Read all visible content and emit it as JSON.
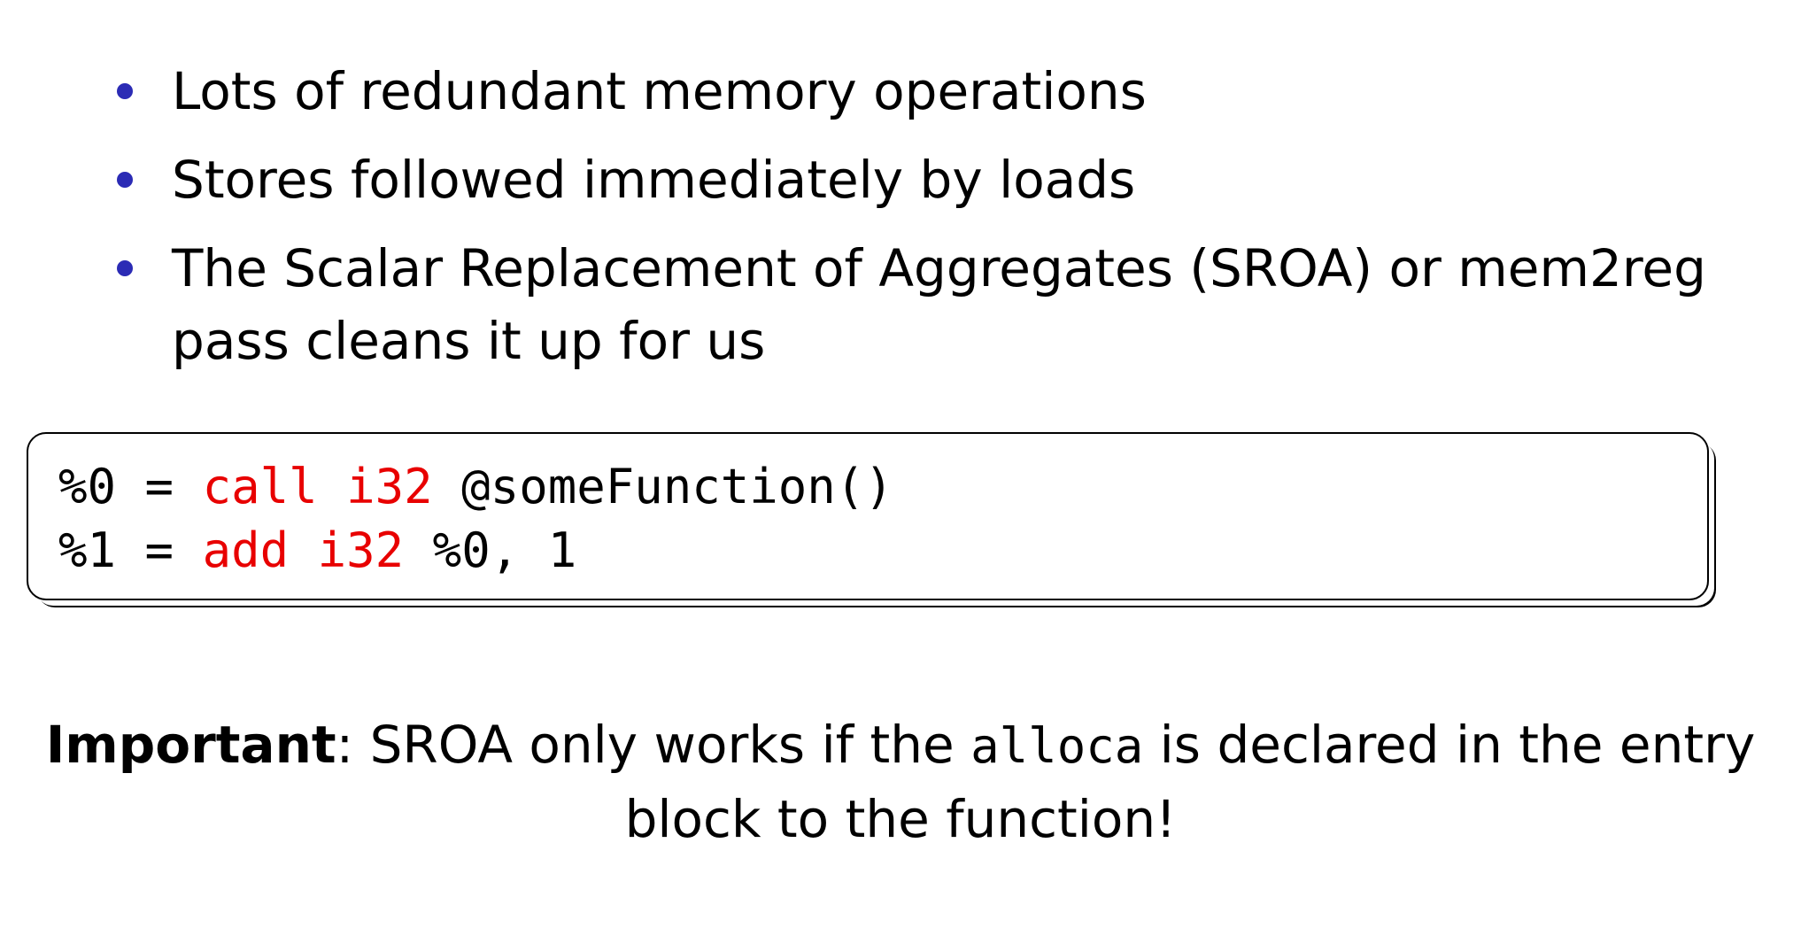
{
  "bullets": [
    "Lots of redundant memory operations",
    "Stores followed immediately by loads",
    "The Scalar Replacement of Aggregates (SROA) or mem2reg pass cleans it up for us"
  ],
  "code": {
    "line1": {
      "prefix": "%0 = ",
      "kw1": "call",
      "space1": " ",
      "kw2": "i32",
      "suffix": " @someFunction()"
    },
    "line2": {
      "prefix": "%1 = ",
      "kw1": "add",
      "space1": " ",
      "kw2": "i32",
      "suffix": " %0, 1"
    },
    "keyword_color": "#e80000"
  },
  "note": {
    "label": "Important",
    "text_before": ": SROA only works if the ",
    "code": "alloca",
    "text_after": " is declared in the entry block to the function!"
  },
  "colors": {
    "bullet": "#2b2bb5"
  }
}
